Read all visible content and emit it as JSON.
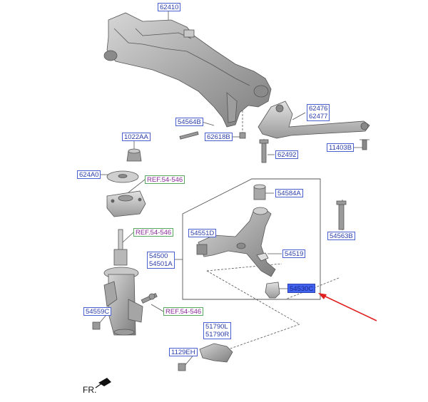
{
  "labels": {
    "p62410": "62410",
    "p62476": "62476",
    "p62477": "62477",
    "p54564B": "54564B",
    "p62618B": "62618B",
    "p11403B": "11403B",
    "p1022AA": "1022AA",
    "p62492": "62492",
    "p624A0": "624A0",
    "p54584A": "54584A",
    "p54551D": "54551D",
    "p54563B": "54563B",
    "p54500": "54500",
    "p54501A": "54501A",
    "p54519": "54519",
    "p54530C": "54530C",
    "p54559C": "54559C",
    "p51790L": "51790L",
    "p51790R": "51790R",
    "p1129EH": "1129EH"
  },
  "refs": {
    "ref_a": "REF.54-546",
    "ref_b": "REF.54-546",
    "ref_c": "REF.54-546"
  },
  "direction": "FR.",
  "colors": {
    "label_text": "#2a3da8",
    "highlight": "#4262f0",
    "arrow": "#e02020",
    "ref_text": "#8a2a9a"
  }
}
